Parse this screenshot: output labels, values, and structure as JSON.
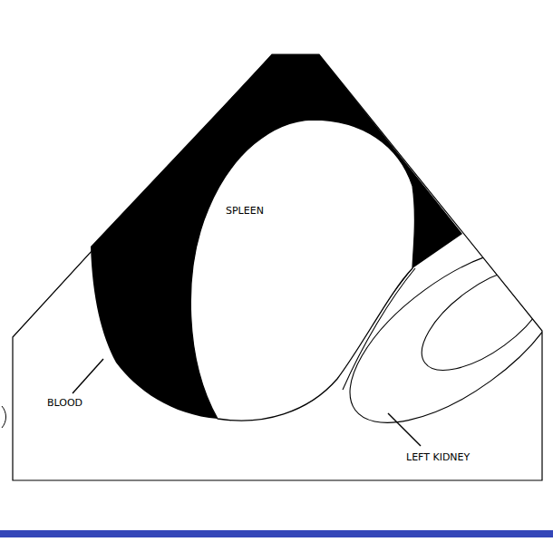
{
  "diagram": {
    "labels": [
      "SPLEEN",
      "BLOOD",
      "LEFT KIDNEY"
    ]
  }
}
